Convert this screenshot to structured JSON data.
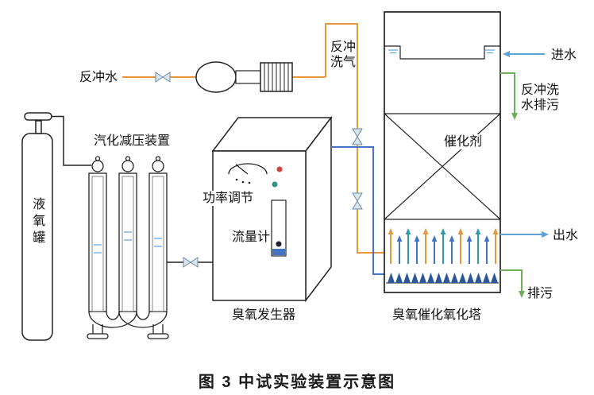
{
  "title": "图 3  中试实验装置示意图",
  "labels": {
    "tank": "液氧罐",
    "vaporizer": "汽化减压装置",
    "generator": "臭氧发生器",
    "power_knob": "功率调节",
    "flow_meter": "流量计",
    "tower": "臭氧催化氧化塔",
    "catalyst": "催化剂",
    "backwash_water": "反冲水",
    "backwash_gas": "反冲洗气",
    "inlet": "进水",
    "backwash_drain": "反冲洗水排污",
    "outlet": "出水",
    "drain": "排污"
  },
  "colors": {
    "pipe_orange": "#E8973A",
    "pipe_blue": "#4472C4",
    "arrow_lightblue": "#5BA3D9",
    "arrow_green": "#6FAE5C",
    "nozzle_blue": "#2B579A",
    "valve_stroke": "#6b8ba4",
    "valve_fill": "#d7e6ee",
    "indicator_red": "#cc4444",
    "indicator_teal": "#2e8f8f",
    "dist_arrow_colors": [
      "#E8973A",
      "#4472C4",
      "#2E9BA6",
      "#4472C4",
      "#E8973A",
      "#4472C4",
      "#2E9BA6",
      "#4472C4",
      "#E8973A",
      "#4472C4",
      "#2E9BA6",
      "#4472C4",
      "#E8973A"
    ]
  },
  "tower_internals": {
    "distributor_arrow_count": 13,
    "nozzle_count": 14
  }
}
